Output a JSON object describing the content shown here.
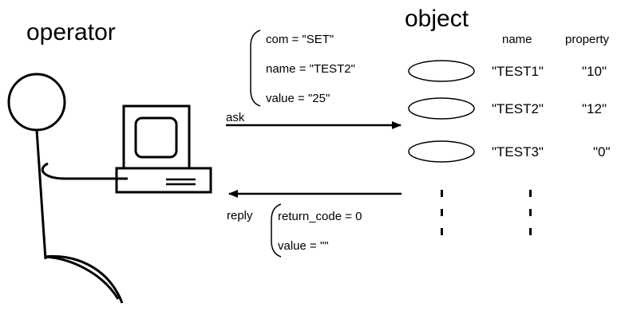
{
  "operator": {
    "label": "operator"
  },
  "object_panel": {
    "title": "object",
    "columns": {
      "name": "name",
      "property": "property"
    },
    "objects": [
      {
        "name": "\"TEST1\"",
        "property": "\"10\""
      },
      {
        "name": "\"TEST2\"",
        "property": "\"12\""
      },
      {
        "name": "\"TEST3\"",
        "property": "\"0\""
      }
    ]
  },
  "ask": {
    "label": "ask",
    "lines": [
      "com = \"SET\"",
      "name = \"TEST2\"",
      "value = \"25\""
    ]
  },
  "reply": {
    "label": "reply",
    "lines": [
      "return_code = 0",
      "value = \"\""
    ]
  }
}
